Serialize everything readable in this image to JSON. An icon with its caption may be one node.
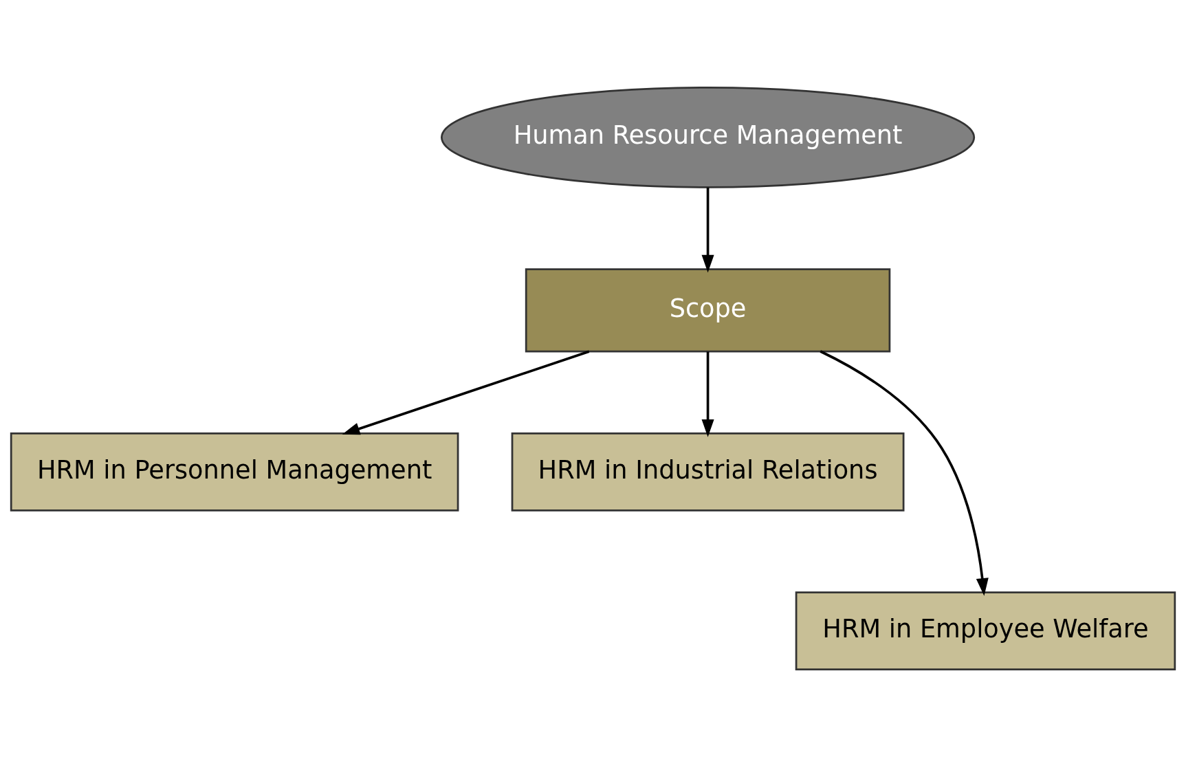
{
  "diagram": {
    "nodes": [
      {
        "text": [
          "Human Resource Management"
        ]
      },
      {
        "text": [
          "Scope"
        ]
      },
      {
        "text": [
          "HRM in Personnel Management"
        ]
      },
      {
        "text": [
          "HRM in Industrial Relations"
        ]
      },
      {
        "text": [
          "HRM in Employee Welfare"
        ]
      }
    ],
    "edges": [
      {
        "from": 0,
        "to": 1,
        "arrow": "to"
      },
      {
        "from": 1,
        "to": 2,
        "arrow": "to"
      },
      {
        "from": 1,
        "to": 4,
        "arrow": "to"
      },
      {
        "from": 1,
        "to": 3,
        "arrow": "to"
      }
    ]
  }
}
